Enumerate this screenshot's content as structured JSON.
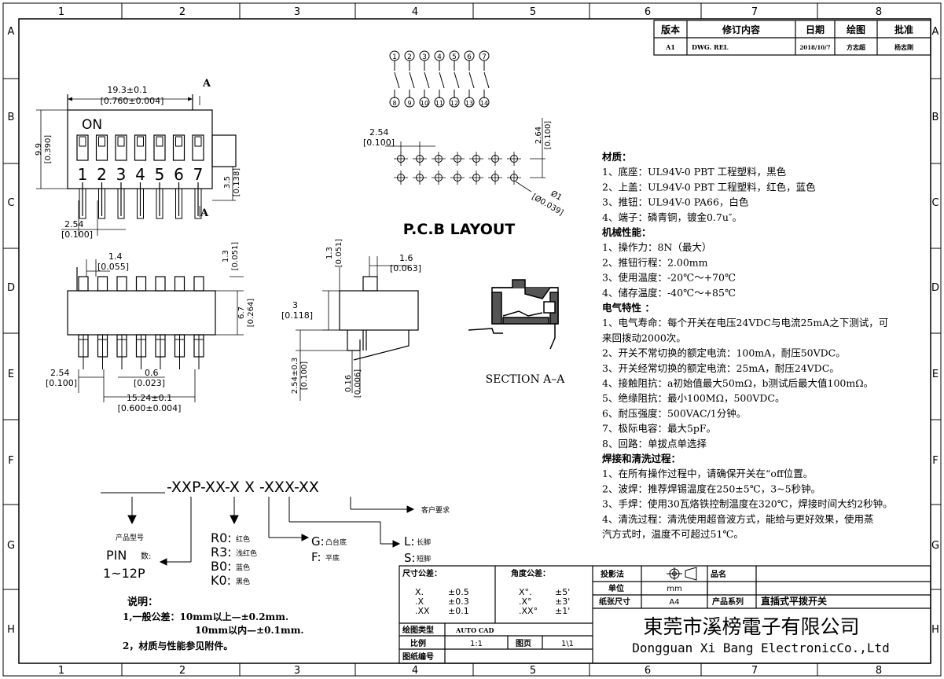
{
  "frame": {
    "cols_top": [
      "1",
      "2",
      "3",
      "4",
      "5",
      "6",
      "7",
      "8"
    ],
    "cols_bottom": [
      "1",
      "2",
      "3",
      "4",
      "5",
      "6",
      "7",
      "8"
    ],
    "rows": [
      "A",
      "B",
      "C",
      "D",
      "E",
      "F",
      "G",
      "H"
    ]
  },
  "revision": {
    "headers": [
      "版本",
      "修订内容",
      "日期",
      "绘图",
      "批准"
    ],
    "row": [
      "A1",
      "DWG. REL",
      "2018/10/7",
      "方志超",
      "杨志刚"
    ]
  },
  "top_view": {
    "dim_width": "19.3±0.1",
    "dim_width_in": "[0.760±0.004]",
    "on_label": "ON",
    "positions": [
      "1",
      "2",
      "3",
      "4",
      "5",
      "6",
      "7"
    ],
    "dim_height": "9.9",
    "dim_height_in": "[0.390]",
    "dim_pin_len": "3.5",
    "dim_pin_len_in": "[0.138]",
    "dim_pitch": "2.54",
    "dim_pitch_in": "[0.100]",
    "section_mark": "A"
  },
  "schematic": {
    "top_pins": [
      "1",
      "2",
      "3",
      "4",
      "5",
      "6",
      "7"
    ],
    "bottom_pins": [
      "8",
      "9",
      "10",
      "11",
      "12",
      "13",
      "14"
    ]
  },
  "pcb": {
    "title": "P.C.B LAYOUT",
    "pitch_h": "2.54",
    "pitch_h_in": "[0.100]",
    "pitch_v": "2.64",
    "pitch_v_in": "[0.100]",
    "hole": "Ø1",
    "hole_in": "[Ø0.039]"
  },
  "front_view": {
    "dim_a": "1.4",
    "dim_a_in": "[0.055]",
    "dim_b": "1.3",
    "dim_b_in": "[0.051]",
    "dim_h": "6.7",
    "dim_h_in": "[0.264]",
    "dim_pitch": "2.54",
    "dim_pitch_in": "[0.100]",
    "dim_pin_w": "0.6",
    "dim_pin_w_in": "[0.023]",
    "dim_span": "15.24±0.1",
    "dim_span_in": "[0.600±0.004]"
  },
  "side_view": {
    "dim_top": "1.3",
    "dim_top_in": "[0.051]",
    "dim_w": "1.6",
    "dim_w_in": "[0.063]",
    "dim_body": "3",
    "dim_body_in": "[0.118]",
    "dim_pin": "2.54±0.3",
    "dim_pin_in": "[0.100]",
    "dim_t": "0.16",
    "dim_t_in": "[0.006]"
  },
  "section": {
    "label": "SECTION  A–A"
  },
  "specs": [
    {
      "text": "材质：",
      "bold": true
    },
    {
      "text": "1、底座：UL94V-0 PBT 工程塑料，黑色"
    },
    {
      "text": "2、上盖：UL94V-0 PBT 工程塑料，红色，蓝色"
    },
    {
      "text": "3、推钮：UL94V-0 PA66，白色"
    },
    {
      "text": "4、端子：磷青铜，镀金0.7u″。"
    },
    {
      "text": "机械性能：",
      "bold": true
    },
    {
      "text": "1、操作力：8N（最大）"
    },
    {
      "text": "2、推钮行程：2.00mm"
    },
    {
      "text": "3、使用温度：-20℃～+70℃"
    },
    {
      "text": "4、储存温度：-40℃～+85℃"
    },
    {
      "text": "电气特性 ：",
      "bold": true
    },
    {
      "text": "1、电气寿命：每个开关在电压24VDC与电流25mA之下测试，可"
    },
    {
      "text": "      来回拨动2000次。"
    },
    {
      "text": "2、开关不常切换的额定电流：100mA，耐压50VDC。"
    },
    {
      "text": "3、开关经常切换的额定电流：25mA，耐压24VDC。"
    },
    {
      "text": "4、接触阻抗：a初始值最大50mΩ，b测试后最大值100mΩ。"
    },
    {
      "text": "5、绝缘阻抗：最小100MΩ，500VDC。"
    },
    {
      "text": "6、耐压强度：500VAC/1分钟。"
    },
    {
      "text": "7、极际电容：最大5pF。"
    },
    {
      "text": "8、回路：单拔点单选择"
    },
    {
      "text": "焊接和清洗过程：",
      "bold": true
    },
    {
      "text": "1、在所有操作过程中，请确保开关在“off位置。"
    },
    {
      "text": "2、波焊：推荐焊锡温度在250±5℃，3~5秒钟。"
    },
    {
      "text": "3、手焊：使用30瓦烙铁控制温度在320℃，焊接时间大约2秒钟。"
    },
    {
      "text": "4、清洗过程：清洗使用超音波方式，能给与更好效果，使用蒸"
    },
    {
      "text": "      汽方式时，温度不可超过51℃。"
    }
  ],
  "part_number": {
    "code": "-XXP-XX-X X -XXX-XX",
    "customer": "客户要求",
    "product_model": "产品型号",
    "pin_label": "PIN",
    "pin_count_label": "数:",
    "pin_range": "1~12P",
    "colors": [
      {
        "code": "R0:",
        "name": "红色"
      },
      {
        "code": "R3:",
        "name": "浅红色"
      },
      {
        "code": "B0:",
        "name": "蓝色"
      },
      {
        "code": "K0:",
        "name": "黑色"
      }
    ],
    "base": [
      {
        "code": "G:",
        "name": "凸台底"
      },
      {
        "code": "F:",
        "name": "平底"
      }
    ],
    "pin_len": [
      {
        "code": "L:",
        "name": "长脚"
      },
      {
        "code": "S:",
        "name": "短脚"
      }
    ]
  },
  "notes": {
    "title": "说明：",
    "line1": "1,一般公差：10mm以上—±0.2mm.",
    "line2": "10mm以内—±0.1mm.",
    "line3": "2，材质与性能参见附件。"
  },
  "title_block": {
    "tol_dim_label": "尺寸公差：",
    "tol_dim": [
      [
        "X.",
        "±0.5"
      ],
      [
        ".X",
        "±0.3"
      ],
      [
        ".XX",
        "±0.1"
      ]
    ],
    "tol_ang_label": "角度公差：",
    "tol_ang": [
      [
        "X°.",
        "±5'"
      ],
      [
        ".X°",
        "±3'"
      ],
      [
        ".XX°",
        "±1'"
      ]
    ],
    "projection_label": "投影法",
    "part_name_label": "品名",
    "unit_label": "单位",
    "unit": "mm",
    "paper_label": "纸张尺寸",
    "paper": "A4",
    "series_label": "产品系列",
    "series": "直插式平拨开关",
    "drawing_type_label": "绘图类型",
    "drawing_type": "AUTO CAD",
    "scale_label": "比例",
    "scale": "1:1",
    "page_label": "图页",
    "page": "1\\1",
    "drawing_no_label": "图纸编号",
    "company_cn": "東莞市溪榜電子有限公司",
    "company_en": "Dongguan Xi Bang ElectronicCo.,Ltd"
  }
}
